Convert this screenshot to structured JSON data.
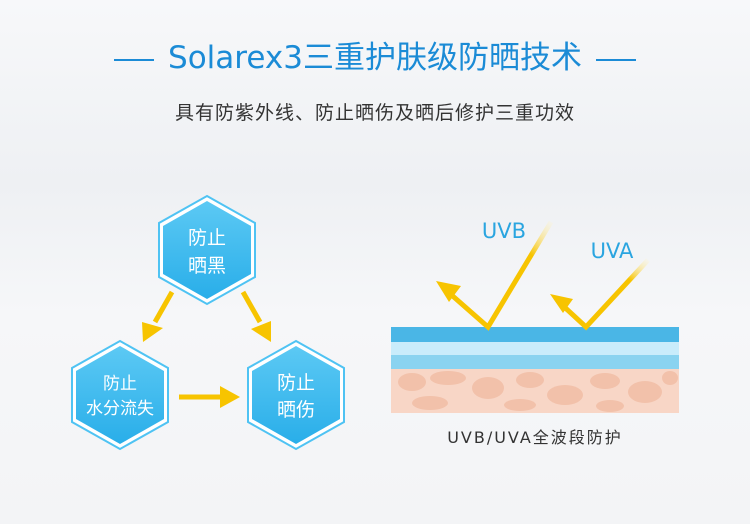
{
  "title": "Solarex3三重护肤级防晒技术",
  "subtitle": "具有防紫外线、防止晒伤及晒后修护三重功效",
  "hexagons": [
    {
      "line1": "防止",
      "line2": "晒黑"
    },
    {
      "line1": "防止",
      "line2": "水分流失"
    },
    {
      "line1": "防止",
      "line2": "晒伤"
    }
  ],
  "rays": {
    "uvb": "UVB",
    "uva": "UVA"
  },
  "caption": "UVB/UVA全波段防护",
  "colors": {
    "accent": "#1b8bd6",
    "hex": "#3bb8ee",
    "arrow": "#f7c400",
    "skin": "#f6cdb8"
  }
}
